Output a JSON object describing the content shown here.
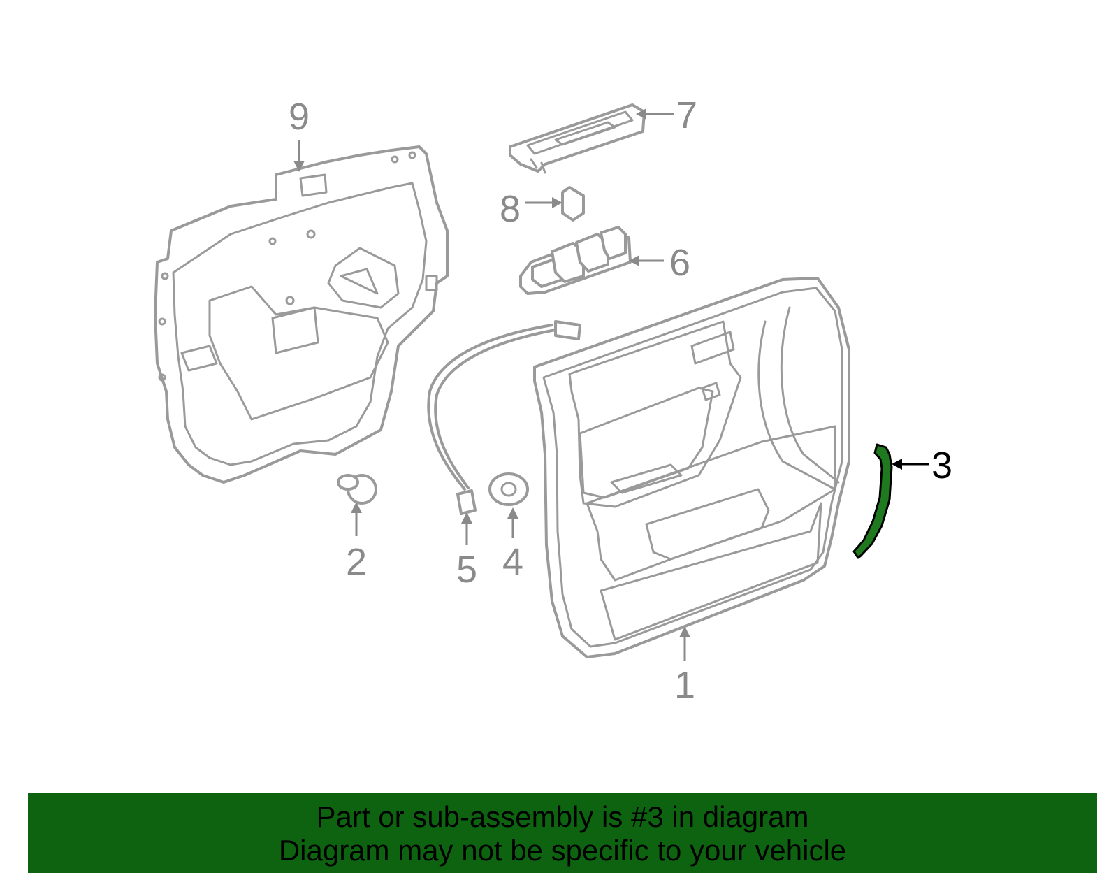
{
  "colors": {
    "highlight_fill": "#1f7a1f",
    "banner_bg": "#0e6310",
    "part_stroke": "#9a9a9a",
    "callout_gray": "#8a8a8a"
  },
  "highlighted_part": "3",
  "callouts": [
    {
      "id": "1",
      "label": "1"
    },
    {
      "id": "2",
      "label": "2"
    },
    {
      "id": "3",
      "label": "3"
    },
    {
      "id": "4",
      "label": "4"
    },
    {
      "id": "5",
      "label": "5"
    },
    {
      "id": "6",
      "label": "6"
    },
    {
      "id": "7",
      "label": "7"
    },
    {
      "id": "8",
      "label": "8"
    },
    {
      "id": "9",
      "label": "9"
    }
  ],
  "caption": {
    "line1": "Part or sub-assembly is #3 in diagram",
    "line2": "Diagram may not be specific to your vehicle"
  }
}
